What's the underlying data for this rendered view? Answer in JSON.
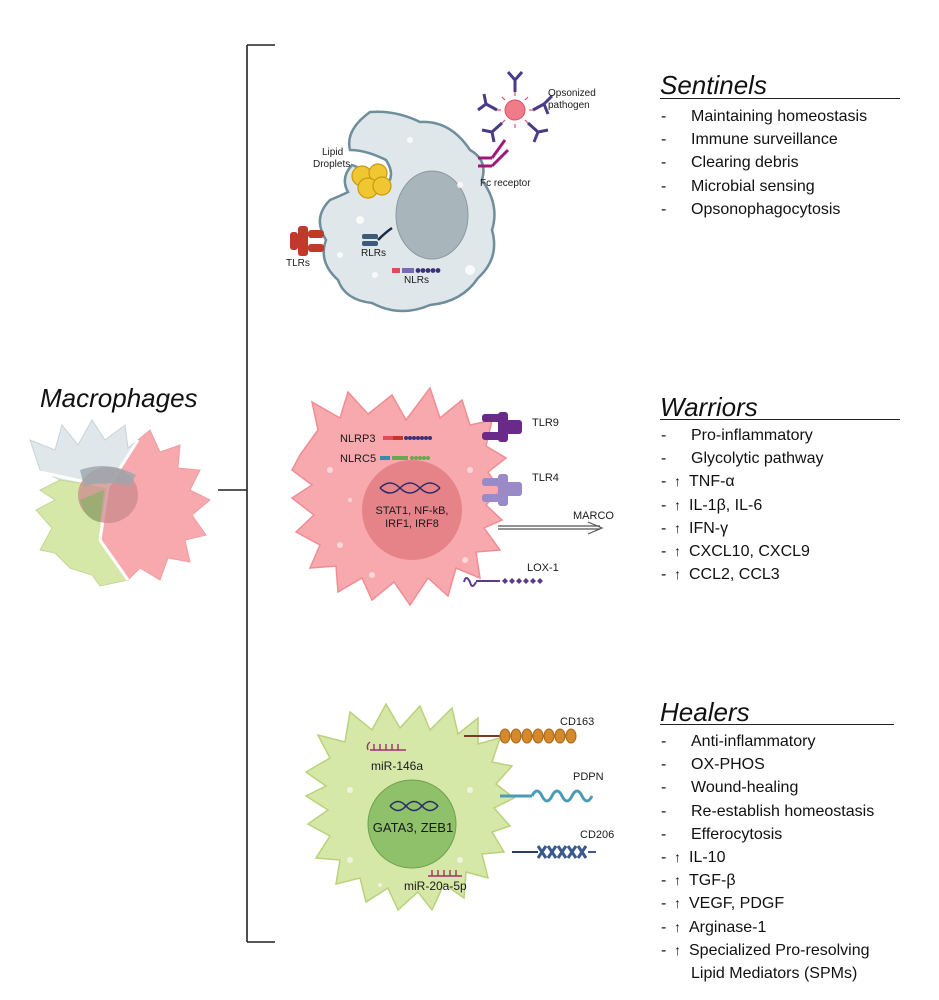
{
  "title": "Macrophages",
  "sentinels": {
    "title": "Sentinels",
    "items": [
      "Maintaining homeostasis",
      "Immune surveillance",
      "Clearing debris",
      "Microbial sensing",
      "Opsonophagocytosis"
    ],
    "labels": {
      "opsonized_1": "Opsonized",
      "opsonized_2": "pathogen",
      "lipid_1": "Lipid",
      "lipid_2": "Droplets",
      "fc": "Fc receptor",
      "tlrs": "TLRs",
      "rlrs": "RLRs",
      "nlrs": "NLRs"
    },
    "color": "#dfe7ea"
  },
  "warriors": {
    "title": "Warriors",
    "items": [
      "Pro-inflammatory",
      "Glycolytic pathway"
    ],
    "up_items": [
      "TNF-α",
      "IL-1β, IL-6",
      "IFN-γ",
      "CXCL10, CXCL9",
      "CCL2, CCL3"
    ],
    "labels": {
      "nlrp3": "NLRP3",
      "nlrc5": "NLRC5",
      "tlr9": "TLR9",
      "tlr4": "TLR4",
      "marco": "MARCO",
      "lox1": "LOX-1",
      "nucleus_1": "STAT1, NF-kB,",
      "nucleus_2": "IRF1, IRF8"
    },
    "color": "#f7a9ad"
  },
  "healers": {
    "title": "Healers",
    "items": [
      "Anti-inflammatory",
      "OX-PHOS",
      "Wound-healing",
      "Re-establish homeostasis",
      "Efferocytosis"
    ],
    "up_items": [
      "IL-10",
      "TGF-β",
      "VEGF, PDGF",
      "Arginase-1",
      "Specialized Pro-resolving"
    ],
    "continuation": "Lipid Mediators (SPMs)",
    "labels": {
      "cd163": "CD163",
      "pdpn": "PDPN",
      "cd206": "CD206",
      "mir146": "miR-146a",
      "mir20": "miR-20a-5p",
      "nucleus": "GATA3, ZEB1"
    },
    "color": "#d6e8a8"
  },
  "bullet": "-",
  "up_arrow": "↑"
}
